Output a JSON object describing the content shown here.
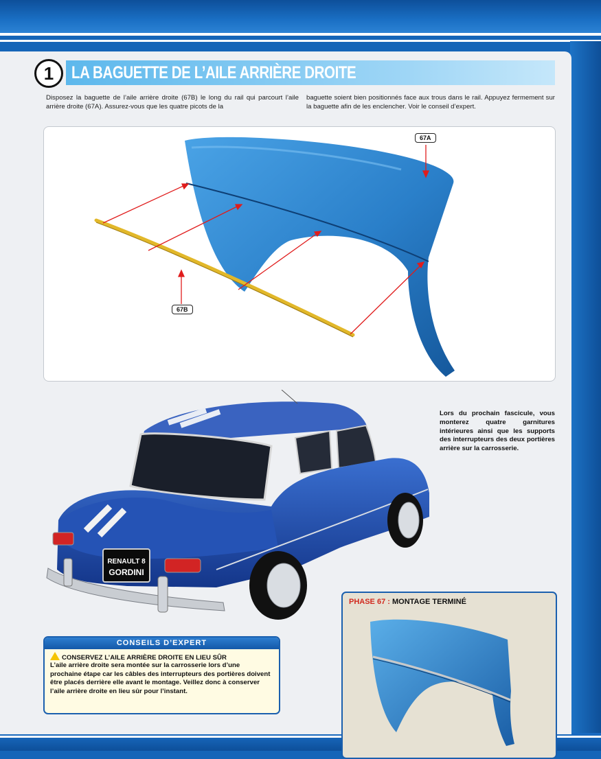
{
  "step": {
    "number": "1",
    "title": "LA BAGUETTE DE L’AILE ARRIÈRE DROITE",
    "paragraph_left": "Disposez la baguette de l’aile arrière droite (67B) le long du rail qui parcourt l’aile arrière droite (67A). Assurez-vous que les quatre picots de la",
    "paragraph_right": "baguette soient bien positionnés face aux trous dans le rail. Appuyez fermement sur la baguette afin de les enclencher. Voir le conseil d’expert."
  },
  "diagram": {
    "part_a_label": "67A",
    "part_b_label": "67B",
    "part_a_color": "#2a7fc9",
    "part_b_color": "#e2b82a",
    "arrow_color": "#e01c1c"
  },
  "car": {
    "plate_line1": "RENAULT 8",
    "plate_line2": "GORDINI",
    "body_color": "#1d4fb0",
    "stripe_color": "#f2f2f2"
  },
  "next_issue_text": "Lors du prochain fascicule, vous monterez quatre garnitures intérieures ainsi que les supports des interrupteurs des deux portières arrière sur la carrosserie.",
  "expert": {
    "heading": "CONSEILS D’EXPERT",
    "subtitle": "CONSERVEZ L’AILE ARRIÈRE DROITE EN LIEU SÛR",
    "text": "L’aile arrière droite sera montée sur la carrosserie lors d’une prochaine étape car les câbles des interrupteurs des portières doivent être placés derrière elle avant le montage. Veillez donc à conserver l’aile arrière droite en lieu sûr pour l’instant.",
    "icon": "warning-icon"
  },
  "phase": {
    "label_red": "PHASE 67 :",
    "label_rest": " MONTAGE TERMINÉ"
  }
}
